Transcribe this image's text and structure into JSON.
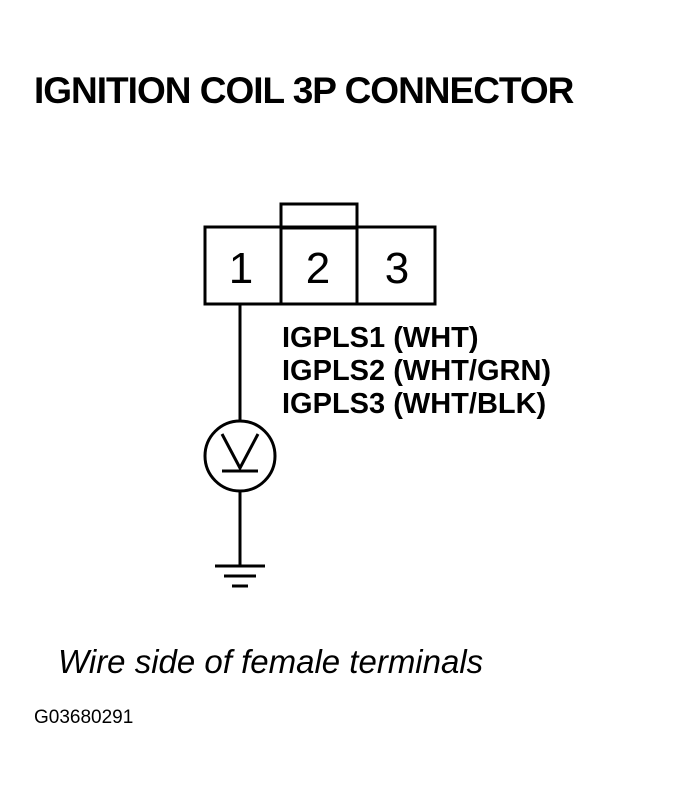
{
  "title": "IGNITION COIL 3P CONNECTOR",
  "connector": {
    "pins": [
      "1",
      "2",
      "3"
    ]
  },
  "signals": [
    "IGPLS1 (WHT)",
    "IGPLS2 (WHT/GRN)",
    "IGPLS3 (WHT/BLK)"
  ],
  "caption": "Wire side of female terminals",
  "figure_code": "G03680291"
}
